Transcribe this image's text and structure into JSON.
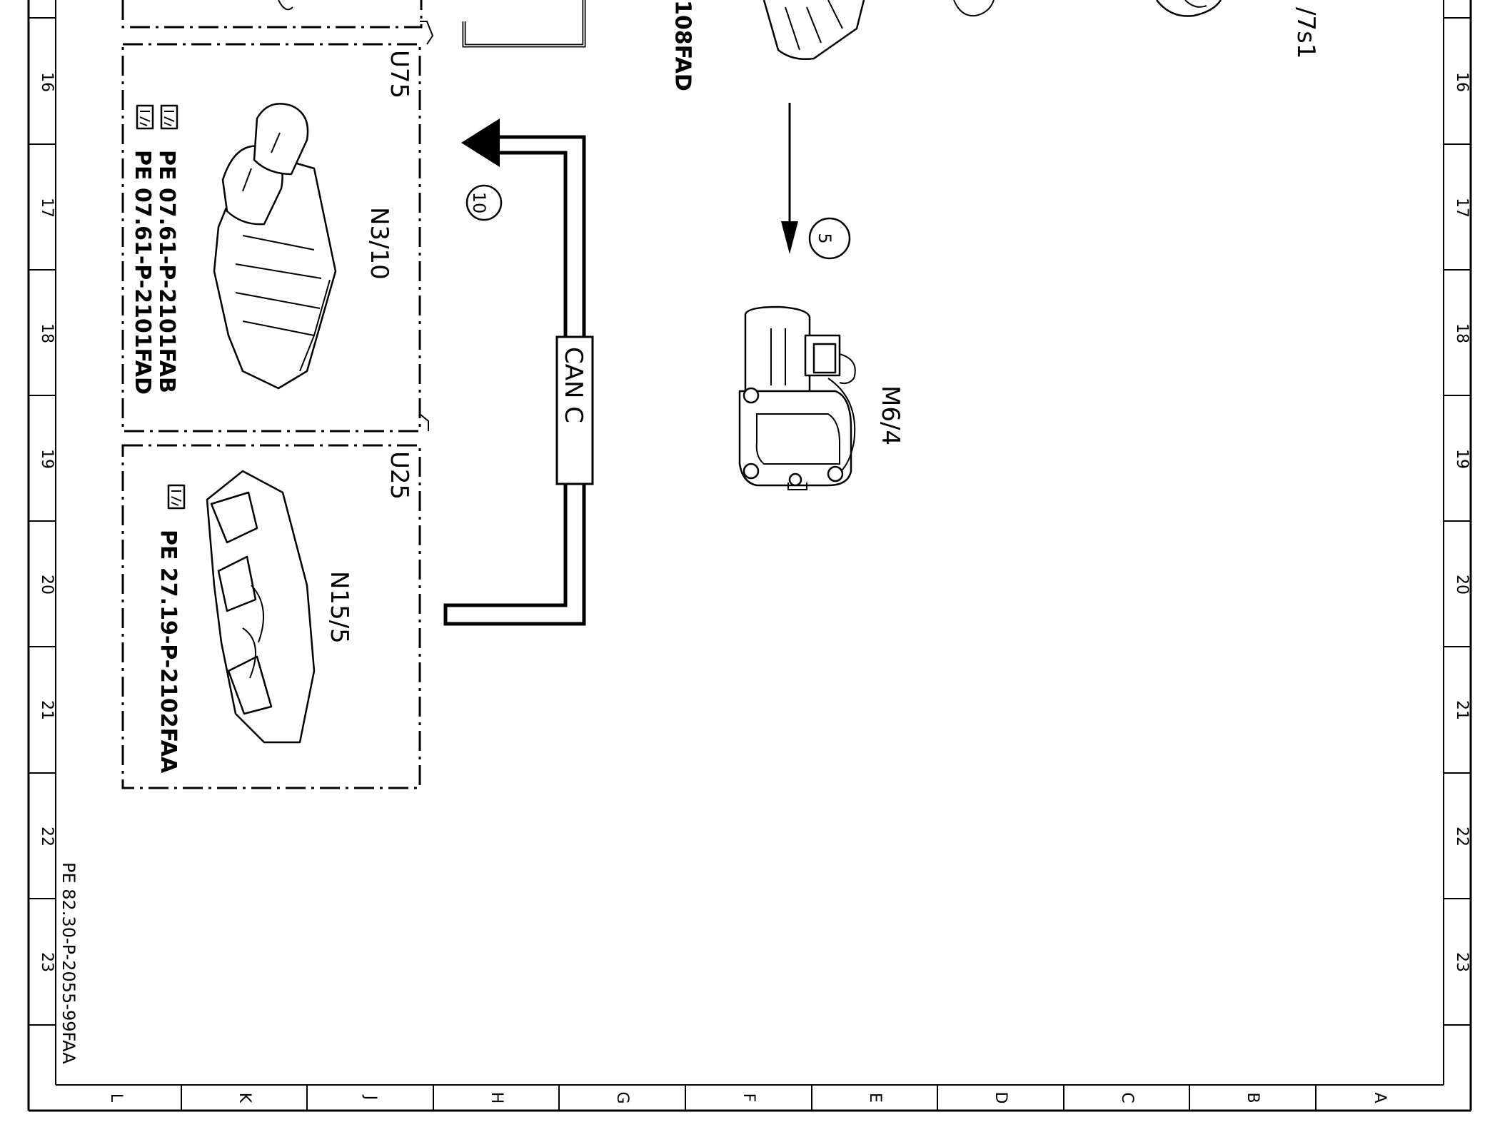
{
  "ruler": {
    "numbers": [
      "16",
      "17",
      "18",
      "19",
      "20",
      "21",
      "22",
      "23"
    ],
    "letters": [
      "L",
      "K",
      "J",
      "H",
      "G",
      "F",
      "E",
      "D",
      "C",
      "B",
      "A"
    ]
  },
  "components": {
    "u75": {
      "box_label": "U75",
      "name": "N3/10",
      "ref1": "PE 07.61-P-2101FAB",
      "ref2": "PE 07.61-P-2101FAD"
    },
    "u25": {
      "box_label": "U25",
      "name": "N15/5",
      "ref1": "PE 27.19-P-2102FAA"
    },
    "m6_4": {
      "name": "M6/4"
    },
    "top_partial_ref": "108FAD",
    "top_partial_name": "/7s1"
  },
  "bus": {
    "label": "CAN C"
  },
  "markers": {
    "m10": "10",
    "m5": "5"
  },
  "document_code": "PE 82.30-P-2055-99FAA"
}
